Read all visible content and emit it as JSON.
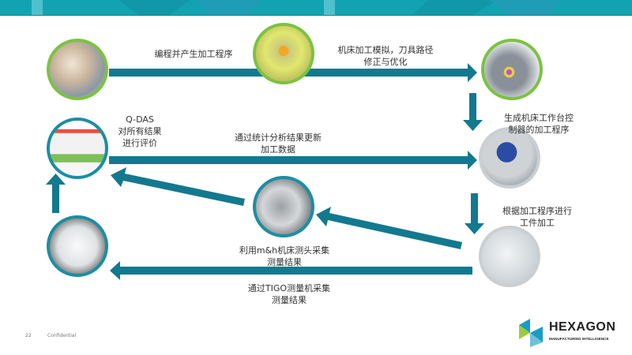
{
  "colors": {
    "arrow": "#13798f",
    "banner": "#12a3b3",
    "green_ring": "#7cc242",
    "teal_ring": "#1b8ea3",
    "grey_ring": "#c9cfd3"
  },
  "steps": {
    "program": "编程并产生加工程序",
    "simulate_1": "机床加工模拟，刀具路径",
    "simulate_2": "修正与优化",
    "controller_1": "生成机床工作台控",
    "controller_2": "制器的加工程序",
    "machining_1": "根据加工程序进行",
    "machining_2": "工件加工",
    "probe_1": "利用m&h机床测头采集",
    "probe_2": "测量结果",
    "tigo_1": "通过TIGO测量机采集",
    "tigo_2": "测量结果",
    "qdas_1": "Q-DAS",
    "qdas_2": "对所有结果",
    "qdas_3": "进行评价",
    "update_1": "通过统计分析结果更新",
    "update_2": "加工数据"
  },
  "footer": {
    "page": "22",
    "confidential": "Confidential"
  },
  "logo": {
    "name": "HEXAGON",
    "tagline": "MANUFACTURING INTELLIGENCE"
  }
}
